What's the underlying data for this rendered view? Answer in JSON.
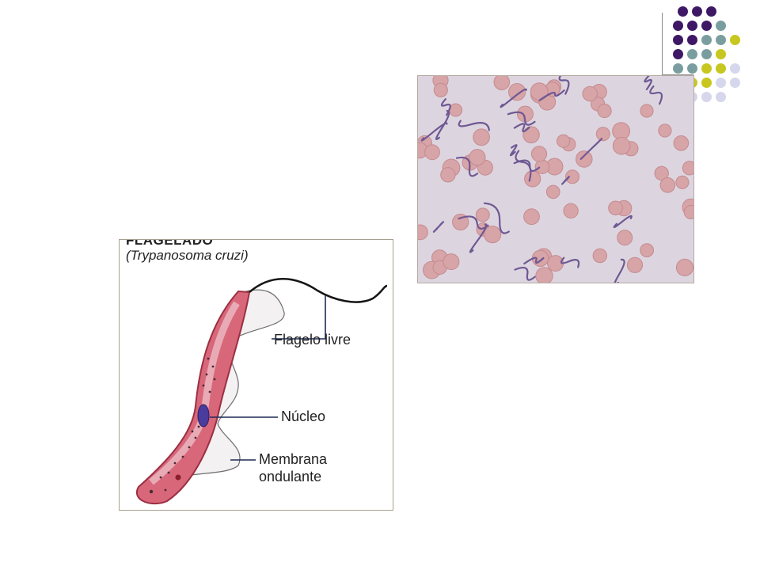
{
  "diagram": {
    "heading": "FLAGELADO",
    "subheading": "(Trypanosoma cruzi)",
    "labels": {
      "flagelo_livre": "Flagelo livre",
      "nucleo": "Núcleo",
      "membrana_line1": "Membrana",
      "membrana_line2": "ondulante"
    }
  },
  "colors": {
    "purple": "#3f1865",
    "teal": "#7a9e9f",
    "olive": "#c7c71f",
    "lavender": "#d6d6ec",
    "body_pink": "#d45f73",
    "nucleus_blue": "#4a3c9c",
    "rbc": "#d7a4a7",
    "parasite": "#6f5893"
  }
}
